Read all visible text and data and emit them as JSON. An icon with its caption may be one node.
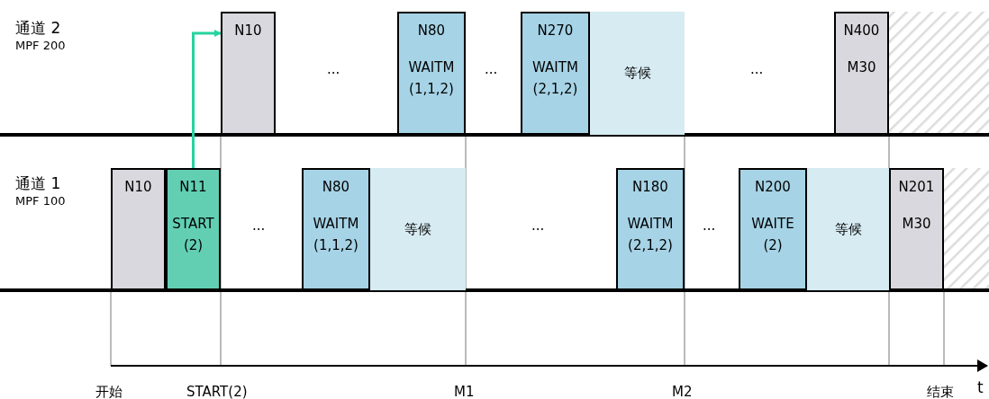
{
  "diagram": {
    "nodes": [
      {
        "text": [
          "N10"
        ]
      },
      {
        "text": [
          "N80",
          "WAITM (1,1,2)"
        ]
      },
      {
        "text": [
          "N270",
          "WAITM (2,1,2)"
        ]
      },
      {
        "text": [
          "等候"
        ]
      },
      {
        "text": [
          "N400",
          "M30"
        ]
      },
      {
        "text": [],
        "shape": "box"
      },
      {
        "text": [
          "N10"
        ]
      },
      {
        "text": [
          "N11",
          "START (2)"
        ]
      },
      {
        "text": [
          "N80",
          "WAITM (1,1,2)"
        ]
      },
      {
        "text": [
          "等候"
        ]
      },
      {
        "text": [
          "N180",
          "WAITM (2,1,2)"
        ]
      },
      {
        "text": [
          "N200",
          "WAITE (2)"
        ]
      },
      {
        "text": [
          "等候"
        ]
      },
      {
        "text": [
          "N201",
          "M30"
        ]
      },
      {
        "text": [],
        "shape": "box"
      }
    ],
    "edges": [
      {
        "from": 7,
        "to": 0,
        "arrow": "to"
      }
    ],
    "labels": [
      "通道 2",
      "MPF 200",
      "...",
      "...",
      "...",
      "通道 1",
      "MPF 100",
      "...",
      "...",
      "...",
      "开始",
      "START(2)",
      "M1",
      "M2",
      "结束",
      "t"
    ]
  }
}
